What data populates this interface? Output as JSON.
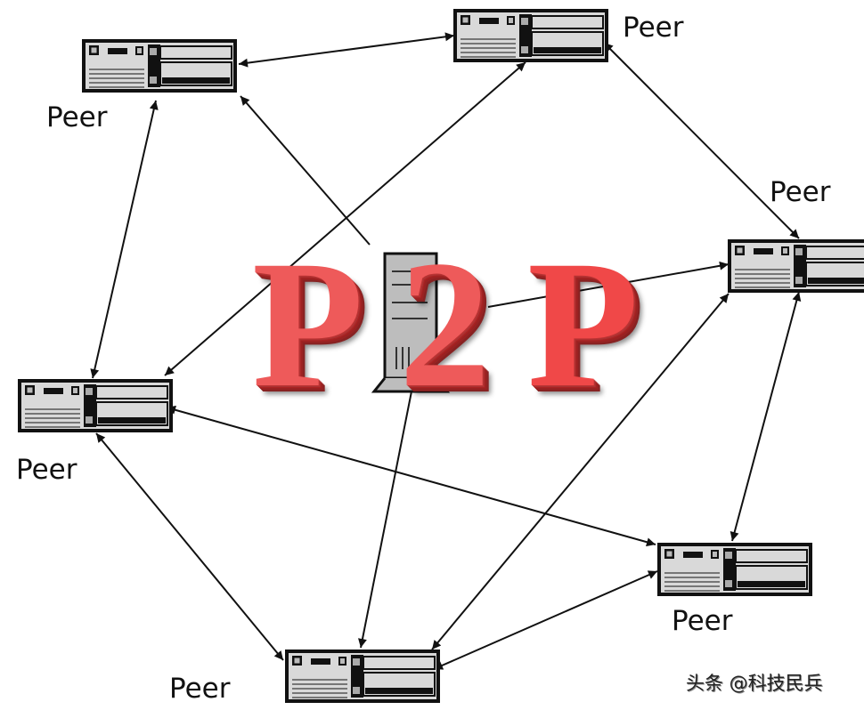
{
  "title": "P2P",
  "title_letters": [
    "P",
    "2",
    "P"
  ],
  "peer_labels": [
    "Peer",
    "Peer",
    "Peer",
    "Peer",
    "Peer",
    "Peer"
  ],
  "watermark": "头条 @科技民兵",
  "colors": {
    "title_red": "#ee5a5a",
    "line": "#111111",
    "device_gray": "#d9d9d9"
  }
}
